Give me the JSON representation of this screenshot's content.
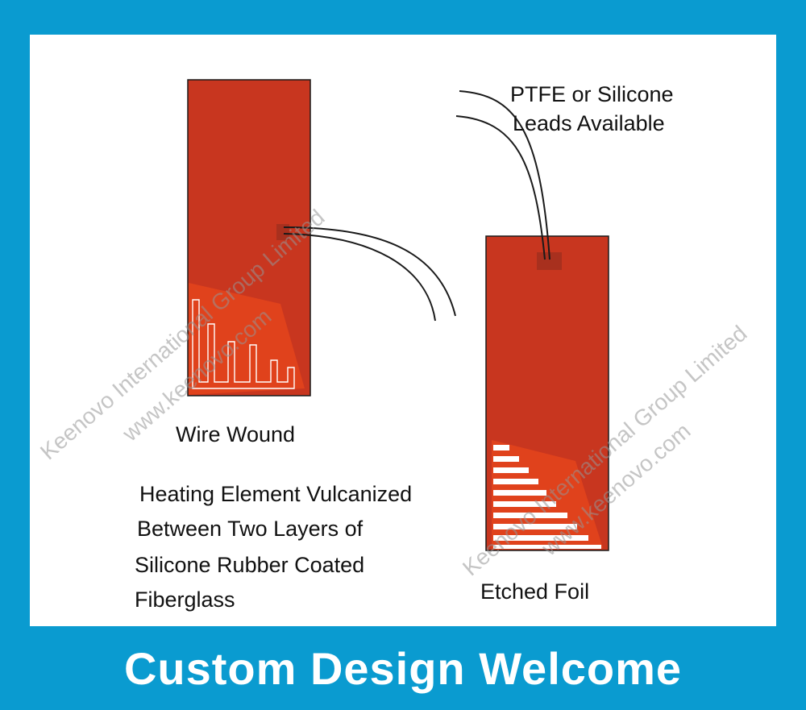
{
  "labels": {
    "leads_line1": "PTFE or Silicone",
    "leads_line2": "Leads Available",
    "wire_wound": "Wire Wound",
    "etched_foil": "Etched Foil",
    "desc_line1": "Heating Element Vulcanized",
    "desc_line2": "Between Two Layers of",
    "desc_line3": "Silicone Rubber Coated",
    "desc_line4": "Fiberglass"
  },
  "banner": "Custom Design Welcome",
  "watermarks": {
    "company": "Keenovo International Group Limited",
    "site": "www.keenovo.com"
  },
  "colors": {
    "frame": "#0a9bd0",
    "heater": "#c8361f",
    "heater_cutaway": "#e0421c",
    "pad": "#a8301e",
    "wire": "#1a1a1a"
  }
}
